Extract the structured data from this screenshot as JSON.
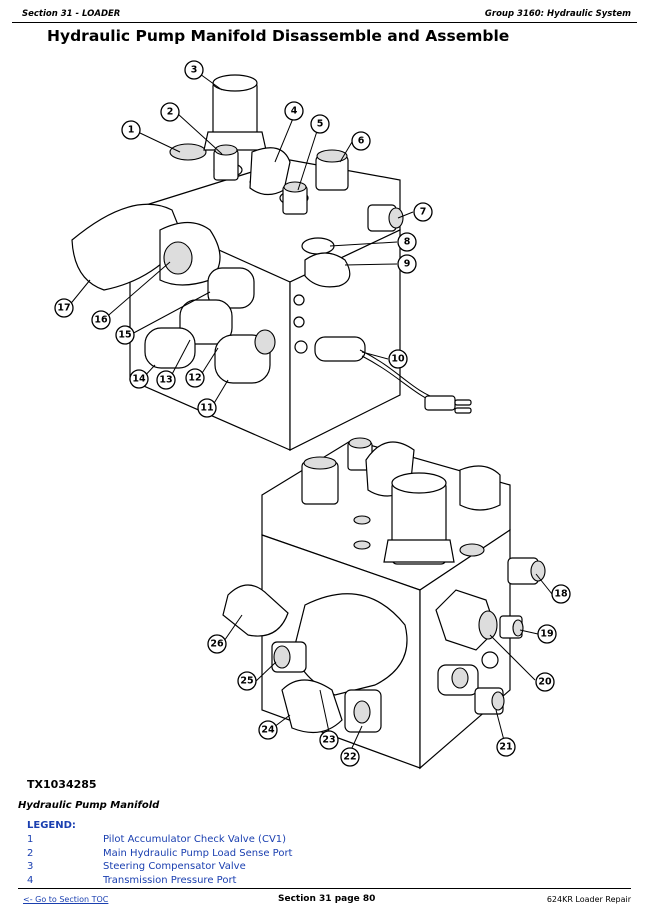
{
  "header": {
    "section": "Section 31 - LOADER",
    "group": "Group 3160: Hydraulic System"
  },
  "title": "Hydraulic Pump Manifold Disassemble and Assemble",
  "figure": {
    "id": "TX1034285",
    "caption": "Hydraulic Pump Manifold"
  },
  "callouts": [
    "1",
    "2",
    "3",
    "4",
    "5",
    "6",
    "7",
    "8",
    "9",
    "10",
    "11",
    "12",
    "13",
    "14",
    "15",
    "16",
    "17",
    "18",
    "19",
    "20",
    "21",
    "22",
    "23",
    "24",
    "25",
    "26"
  ],
  "legend": {
    "heading": "LEGEND:",
    "items": [
      {
        "num": "1",
        "desc": "Pilot Accumulator Check Valve (CV1)"
      },
      {
        "num": "2",
        "desc": "Main Hydraulic Pump Load Sense Port"
      },
      {
        "num": "3",
        "desc": "Steering Compensator Valve"
      },
      {
        "num": "4",
        "desc": "Transmission Pressure Port"
      }
    ]
  },
  "footer": {
    "toc_link": "<- Go to Section TOC",
    "page": "Section 31 page 80",
    "model": "624KR Loader Repair"
  }
}
